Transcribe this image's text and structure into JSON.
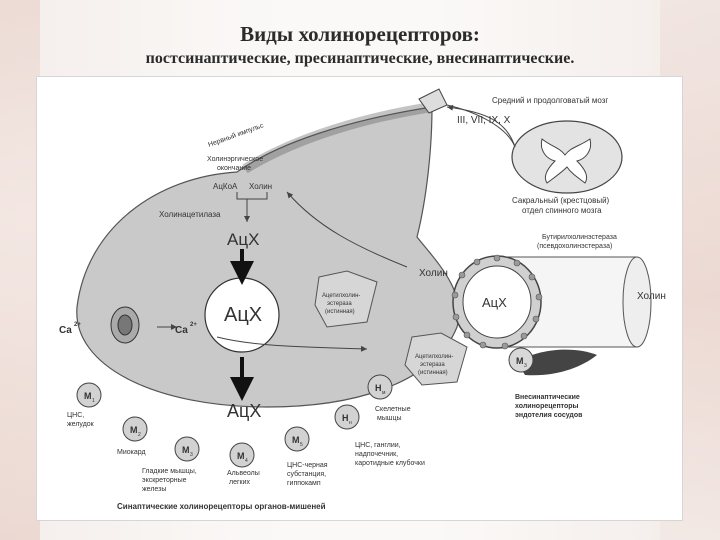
{
  "header": {
    "title": "Виды холинорецепторов:",
    "subtitle": "постсинаптические, пресинаптические, внесинаптические."
  },
  "diagram": {
    "nerve_impulse": "Нервный импульс",
    "midbrain": "Средний и продолговатый мозг",
    "cranial_nerves": "III, VII, IX, X",
    "sacral_1": "Сакральный (крестцовый)",
    "sacral_2": "отдел спинного мозга",
    "ending_1": "Холинэргическое",
    "ending_2": "окончание",
    "acetyl_coa": "АцКоА",
    "choline": "Холин",
    "choline_acetylase": "Холинацетилаза",
    "ach": "АцХ",
    "butyryl_1": "Бутирилхолинэстераза",
    "butyryl_2": "(псевдохолинэстераза)",
    "choline_right": "Холин",
    "ache_1_a": "Ацетилхолин-",
    "ache_1_b": "эстераза",
    "ache_1_c": "(истинная)",
    "ache_2_a": "Ацетилхолин-",
    "ache_2_b": "эстераза",
    "ache_2_c": "(истинная)",
    "ca": "Ca",
    "ca_sup": "2+",
    "m1": "M",
    "m1_sub": "1",
    "m2": "M",
    "m2_sub": "2",
    "m3": "M",
    "m3_sub": "3",
    "m4": "M",
    "m4_sub": "4",
    "m5": "M",
    "m5_sub": "5",
    "nm": "H",
    "nm_sub": "м",
    "nn": "H",
    "nn_sub": "н",
    "m3_vessel": "M",
    "m3_vessel_sub": "3",
    "cns_stomach_1": "ЦНС,",
    "cns_stomach_2": "желудок",
    "myocard": "Миокард",
    "smooth_1": "Гладкие мышцы,",
    "smooth_2": "экскреторные",
    "smooth_3": "железы",
    "alveoli_1": "Альвеолы",
    "alveoli_2": "легких",
    "cns_black_1": "ЦНС-черная",
    "cns_black_2": "субстанция,",
    "cns_black_3": "гиппокамп",
    "skeletal_1": "Скелетные",
    "skeletal_2": "мышцы",
    "ganglia_1": "ЦНС, ганглии,",
    "ganglia_2": "надпочечник,",
    "ganglia_3": "каротидные клубочки",
    "extrasyn_1": "Внесинаптические",
    "extrasyn_2": "холинорецепторы",
    "extrasyn_3": "эндотелия сосудов",
    "caption": "Синаптические холинорецепторы органов-мишеней"
  }
}
